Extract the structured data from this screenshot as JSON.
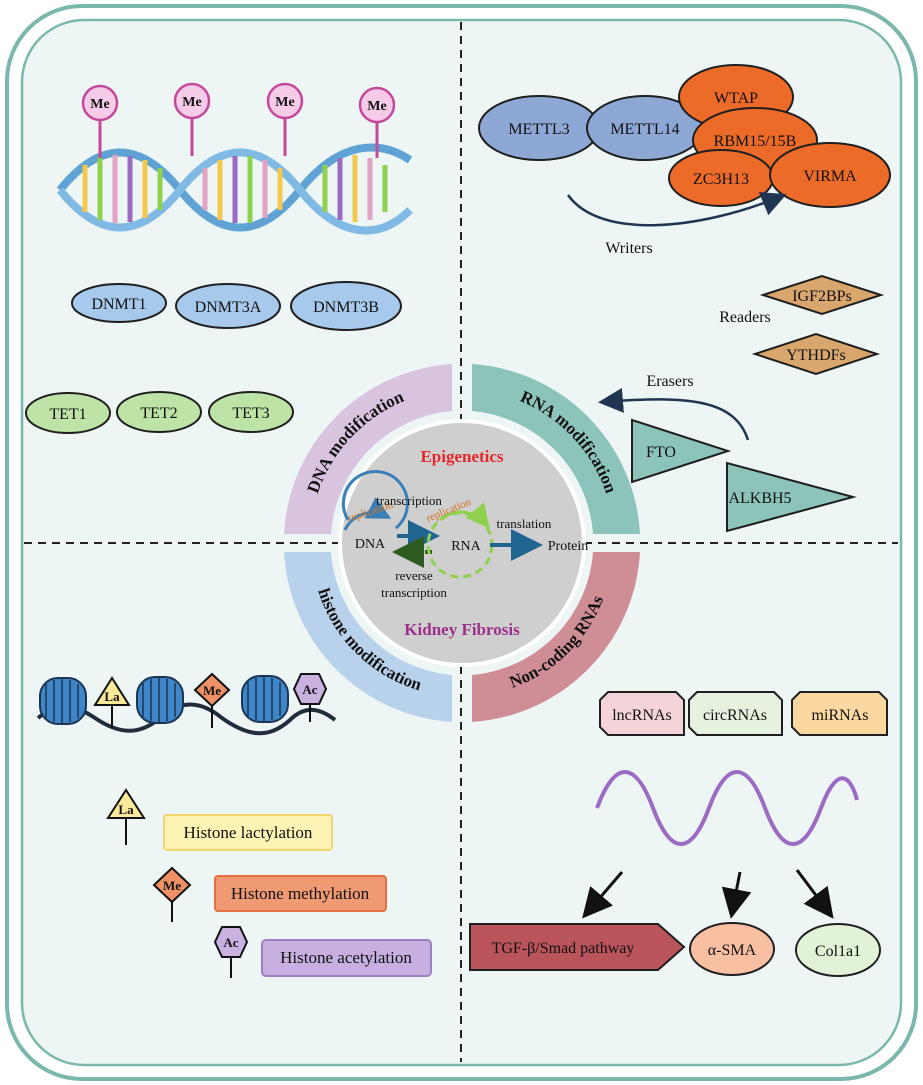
{
  "center": {
    "title": "Epigenetics",
    "subtitle": "Kidney Fibrosis",
    "dna": "DNA",
    "rna": "RNA",
    "protein": "Protein",
    "replication_left": "replication",
    "replication_right": "replication",
    "transcription": "transcription",
    "translation": "translation",
    "reverse_line1": "reverse",
    "reverse_line2": "transcription",
    "title_color": "#e8262a",
    "subtitle_color": "#9c2f8a"
  },
  "ring": {
    "dna_modification": "DNA modification",
    "rna_modification": "RNA modification",
    "histone_modification": "histone modification",
    "non_coding_rnas": "Non-coding RNAs",
    "colors": {
      "dna": "#d9c4e0",
      "rna": "#8cc4bb",
      "histone": "#b9d2ec",
      "ncrna": "#cf8e96"
    }
  },
  "dna_panel": {
    "methyl_label": "Me",
    "dnmts": [
      "DNMT1",
      "DNMT3A",
      "DNMT3B"
    ],
    "tets": [
      "TET1",
      "TET2",
      "TET3"
    ]
  },
  "rna_panel": {
    "writers": [
      "METTL3",
      "METTL14",
      "WTAP",
      "RBM15/15B",
      "ZC3H13",
      "VIRMA"
    ],
    "writers_label": "Writers",
    "readers_label": "Readers",
    "readers": [
      "IGF2BPs",
      "YTHDFs"
    ],
    "erasers_label": "Erasers",
    "erasers": [
      "FTO",
      "ALKBH5"
    ]
  },
  "histone_panel": {
    "marks": [
      "La",
      "Me",
      "Ac"
    ],
    "legend": [
      "Histone lactylation",
      "Histone methylation",
      "Histone acetylation"
    ]
  },
  "ncrna_panel": {
    "types": [
      "lncRNAs",
      "circRNAs",
      "miRNAs"
    ],
    "targets": [
      "TGF-β/Smad pathway",
      "α-SMA",
      "Col1a1"
    ]
  }
}
